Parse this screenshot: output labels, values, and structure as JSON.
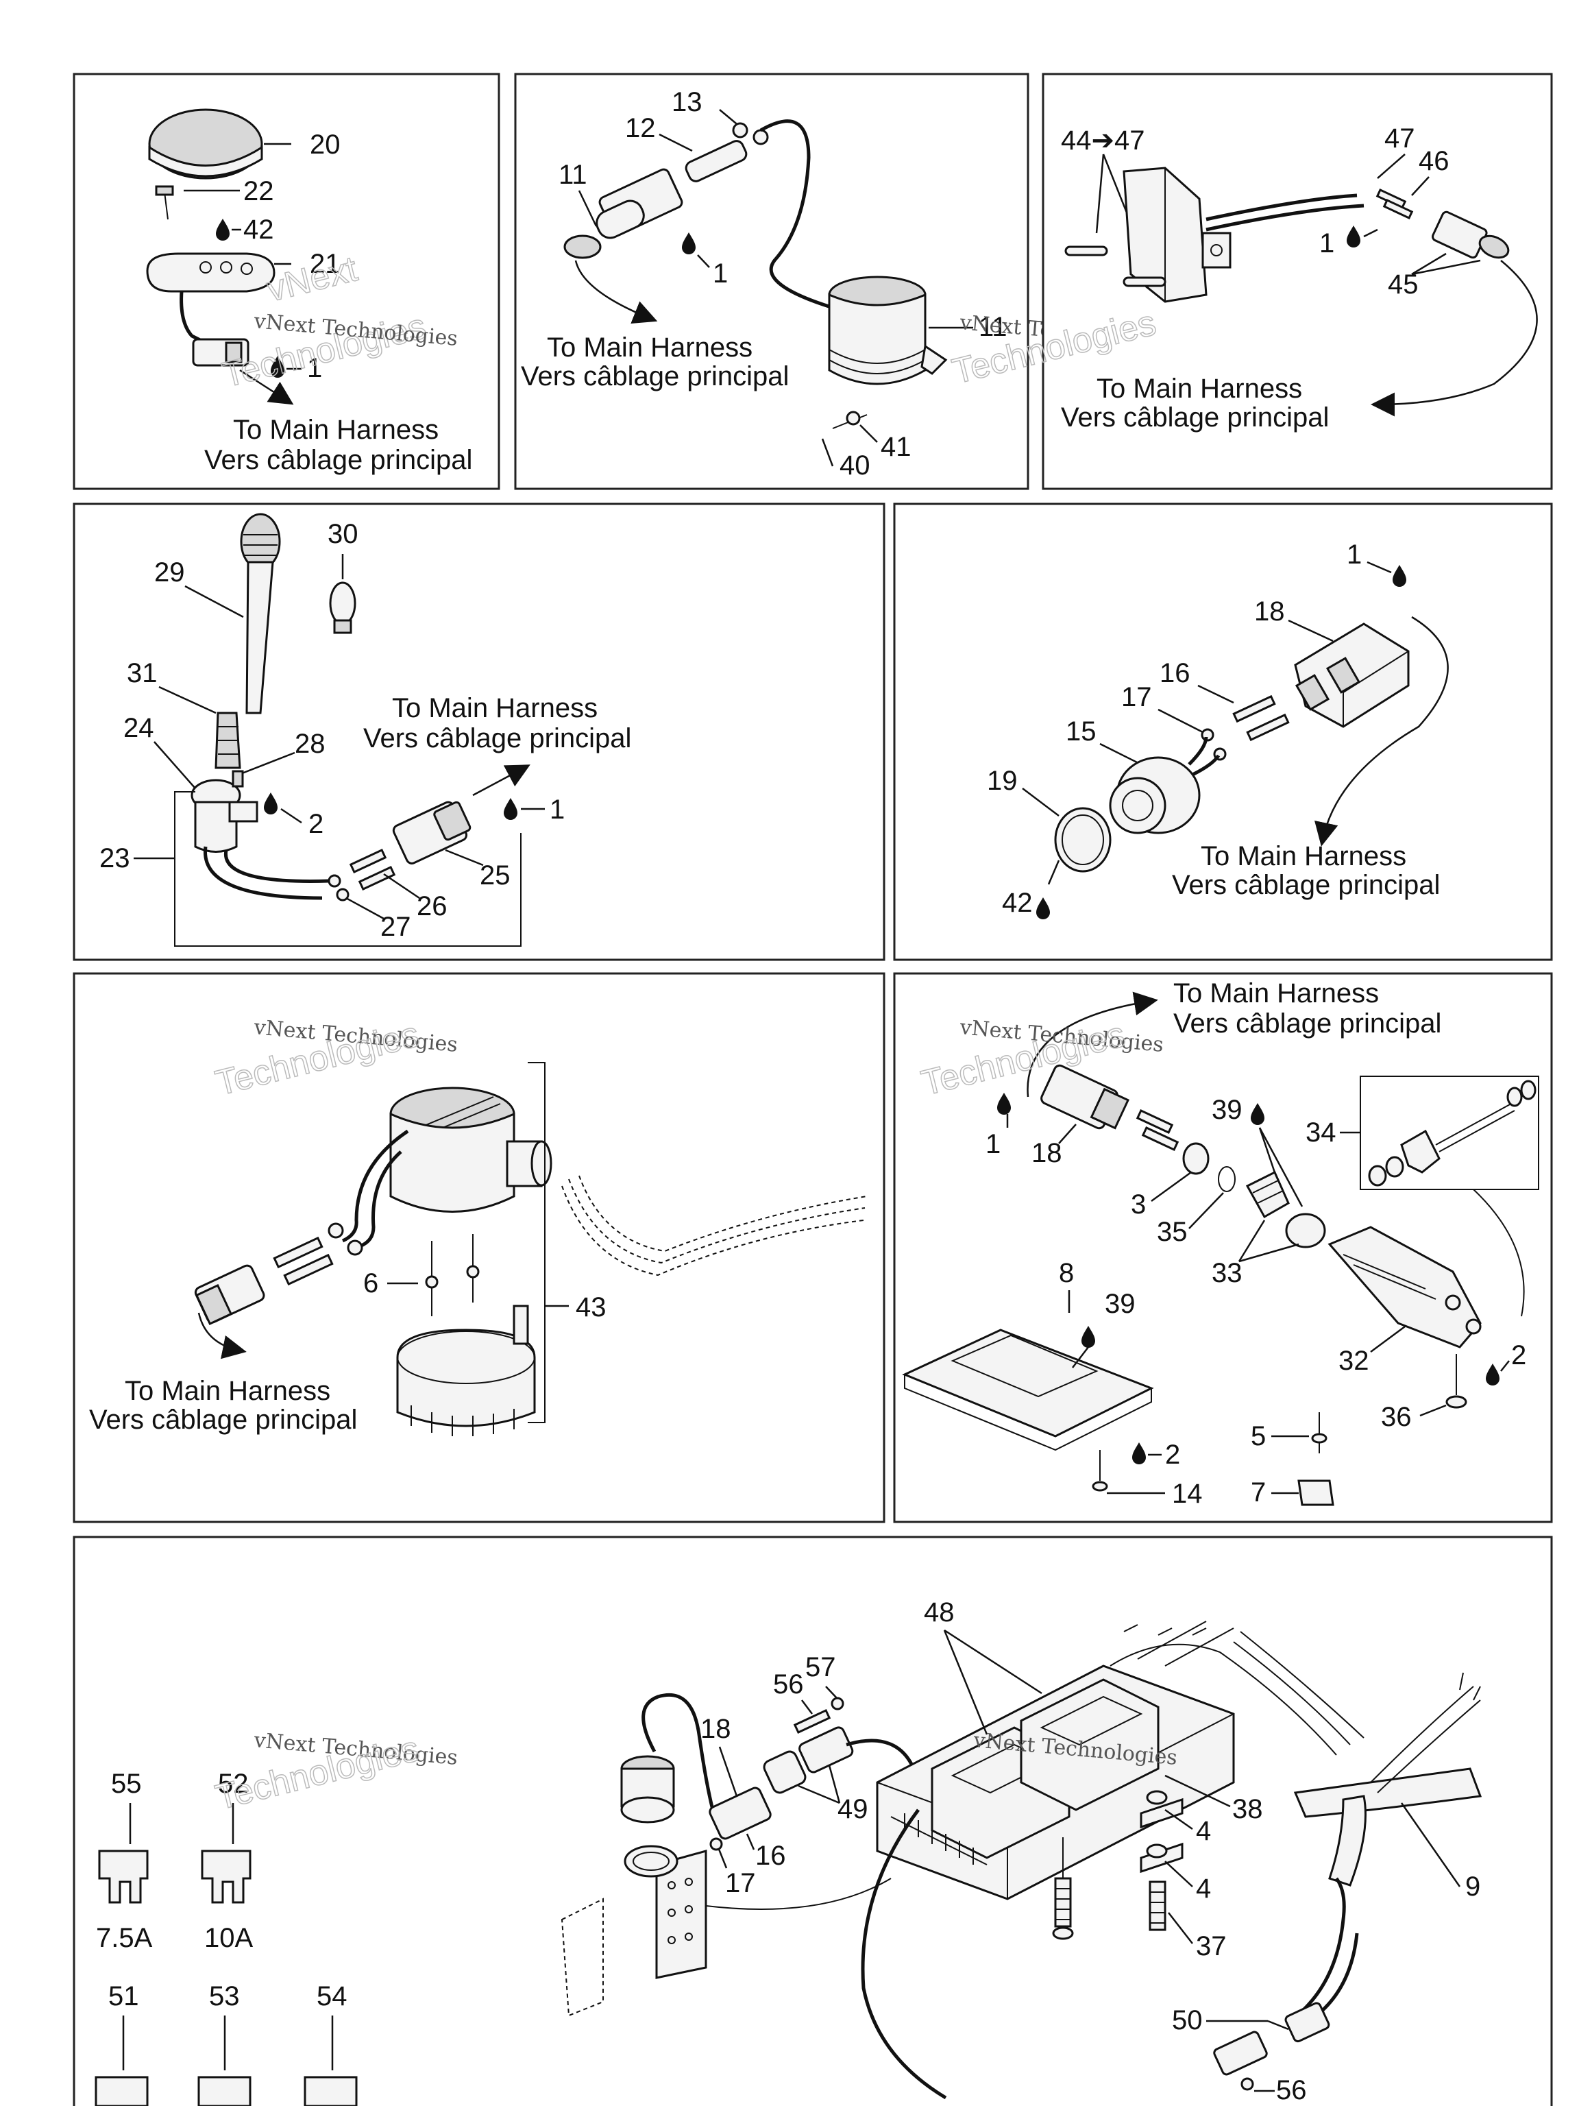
{
  "watermark": "vNext Technologies",
  "watermark_outline": "vNext",
  "watermark_outline2": "Technologies",
  "harness_en": "To Main Harness",
  "harness_fr": "Vers câblage principal",
  "panel1": {
    "labels": [
      "20",
      "22",
      "42",
      "21",
      "1"
    ]
  },
  "panel2": {
    "labels": [
      "13",
      "12",
      "11",
      "1",
      "41",
      "40"
    ]
  },
  "panel3": {
    "labels": [
      "44➔47",
      "47",
      "46",
      "1",
      "45"
    ]
  },
  "panel4": {
    "labels": [
      "30",
      "29",
      "31",
      "24",
      "28",
      "2",
      "1",
      "23",
      "26",
      "25",
      "27"
    ]
  },
  "panel5": {
    "labels": [
      "1",
      "18",
      "16",
      "17",
      "15",
      "19",
      "42"
    ]
  },
  "panel6": {
    "labels": [
      "6",
      "43"
    ]
  },
  "panel7": {
    "labels": [
      "39",
      "34",
      "1",
      "18",
      "3",
      "35",
      "33",
      "8",
      "39",
      "2",
      "32",
      "36",
      "5",
      "2",
      "14",
      "7"
    ]
  },
  "panel8": {
    "labels": [
      "48",
      "57",
      "56",
      "18",
      "49",
      "38",
      "4",
      "4",
      "9",
      "17",
      "16",
      "37",
      "50",
      "56",
      "55",
      "52",
      "51",
      "53",
      "54"
    ],
    "fuse_ratings": [
      "7.5A",
      "10A"
    ]
  }
}
